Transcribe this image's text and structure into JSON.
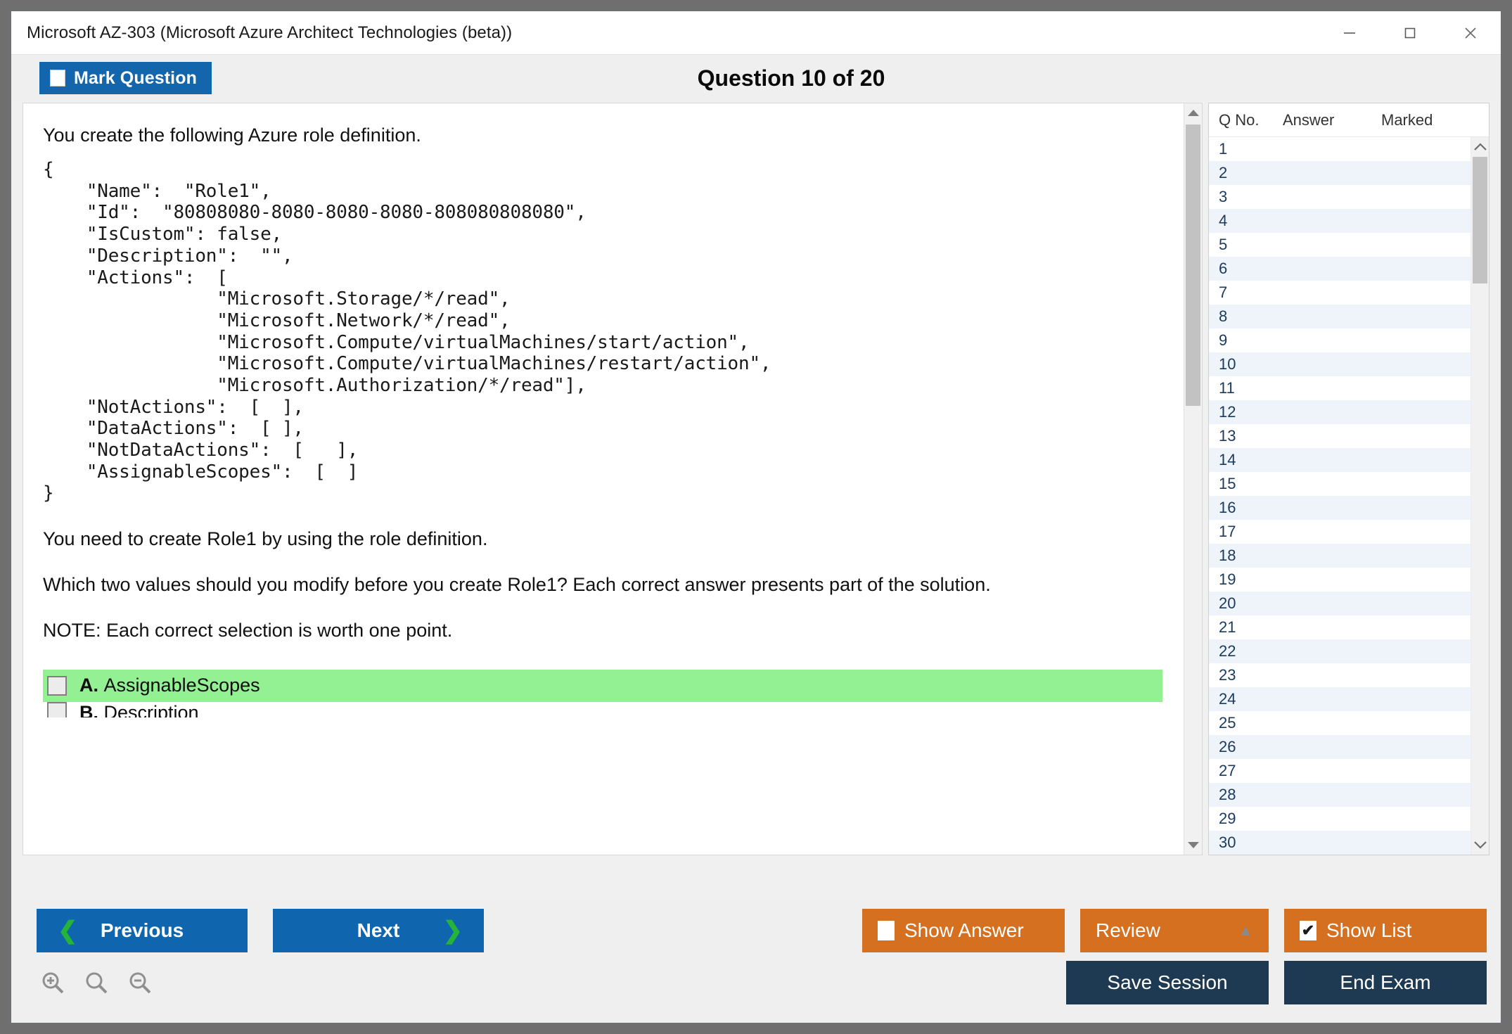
{
  "window": {
    "title": "Microsoft AZ-303 (Microsoft Azure Architect Technologies (beta))",
    "minimize_icon": "minimize-icon",
    "maximize_icon": "maximize-icon",
    "close_icon": "close-icon"
  },
  "header": {
    "mark_question_label": "Mark Question",
    "mark_question_checked": false,
    "question_counter": "Question 10 of 20"
  },
  "question": {
    "intro": "You create the following Azure role definition.",
    "code": "{\n    \"Name\":  \"Role1\",\n    \"Id\":  \"80808080-8080-8080-8080-808080808080\",\n    \"IsCustom\": false,\n    \"Description\":  \"\",\n    \"Actions\":  [\n                \"Microsoft.Storage/*/read\",\n                \"Microsoft.Network/*/read\",\n                \"Microsoft.Compute/virtualMachines/start/action\",\n                \"Microsoft.Compute/virtualMachines/restart/action\",\n                \"Microsoft.Authorization/*/read\"],\n    \"NotActions\":  [  ],\n    \"DataActions\":  [ ],\n    \"NotDataActions\":  [   ],\n    \"AssignableScopes\":  [  ]\n}",
    "para1": "You need to create Role1 by using the role definition.",
    "para2": "Which two values should you modify before you create Role1? Each correct answer presents part of the solution.",
    "para3": "NOTE: Each correct selection is worth one point.",
    "options": [
      {
        "letter": "A.",
        "text": "AssignableScopes",
        "correct": true,
        "checked": false
      },
      {
        "letter": "B.",
        "text": "Description",
        "correct": false,
        "checked": false
      }
    ]
  },
  "list_panel": {
    "headers": {
      "q_no": "Q No.",
      "answer": "Answer",
      "marked": "Marked"
    },
    "rows": [
      {
        "q": "1",
        "answer": "",
        "marked": ""
      },
      {
        "q": "2",
        "answer": "",
        "marked": ""
      },
      {
        "q": "3",
        "answer": "",
        "marked": ""
      },
      {
        "q": "4",
        "answer": "",
        "marked": ""
      },
      {
        "q": "5",
        "answer": "",
        "marked": ""
      },
      {
        "q": "6",
        "answer": "",
        "marked": ""
      },
      {
        "q": "7",
        "answer": "",
        "marked": ""
      },
      {
        "q": "8",
        "answer": "",
        "marked": ""
      },
      {
        "q": "9",
        "answer": "",
        "marked": ""
      },
      {
        "q": "10",
        "answer": "",
        "marked": ""
      },
      {
        "q": "11",
        "answer": "",
        "marked": ""
      },
      {
        "q": "12",
        "answer": "",
        "marked": ""
      },
      {
        "q": "13",
        "answer": "",
        "marked": ""
      },
      {
        "q": "14",
        "answer": "",
        "marked": ""
      },
      {
        "q": "15",
        "answer": "",
        "marked": ""
      },
      {
        "q": "16",
        "answer": "",
        "marked": ""
      },
      {
        "q": "17",
        "answer": "",
        "marked": ""
      },
      {
        "q": "18",
        "answer": "",
        "marked": ""
      },
      {
        "q": "19",
        "answer": "",
        "marked": ""
      },
      {
        "q": "20",
        "answer": "",
        "marked": ""
      },
      {
        "q": "21",
        "answer": "",
        "marked": ""
      },
      {
        "q": "22",
        "answer": "",
        "marked": ""
      },
      {
        "q": "23",
        "answer": "",
        "marked": ""
      },
      {
        "q": "24",
        "answer": "",
        "marked": ""
      },
      {
        "q": "25",
        "answer": "",
        "marked": ""
      },
      {
        "q": "26",
        "answer": "",
        "marked": ""
      },
      {
        "q": "27",
        "answer": "",
        "marked": ""
      },
      {
        "q": "28",
        "answer": "",
        "marked": ""
      },
      {
        "q": "29",
        "answer": "",
        "marked": ""
      },
      {
        "q": "30",
        "answer": "",
        "marked": ""
      }
    ]
  },
  "footer": {
    "previous_label": "Previous",
    "next_label": "Next",
    "show_answer_label": "Show Answer",
    "show_answer_checked": false,
    "review_label": "Review",
    "show_list_label": "Show List",
    "show_list_checked": true,
    "show_list_check_glyph": "✔",
    "save_session_label": "Save Session",
    "end_exam_label": "End Exam",
    "zoom_in_icon": "zoom-in-icon",
    "zoom_reset_icon": "zoom-reset-icon",
    "zoom_out_icon": "zoom-out-icon"
  },
  "colors": {
    "accent_blue": "#0f66ae",
    "accent_orange": "#d4701f",
    "dark_navy": "#1e3a52",
    "correct_green": "#93f093",
    "chevron_green": "#26b33a"
  }
}
